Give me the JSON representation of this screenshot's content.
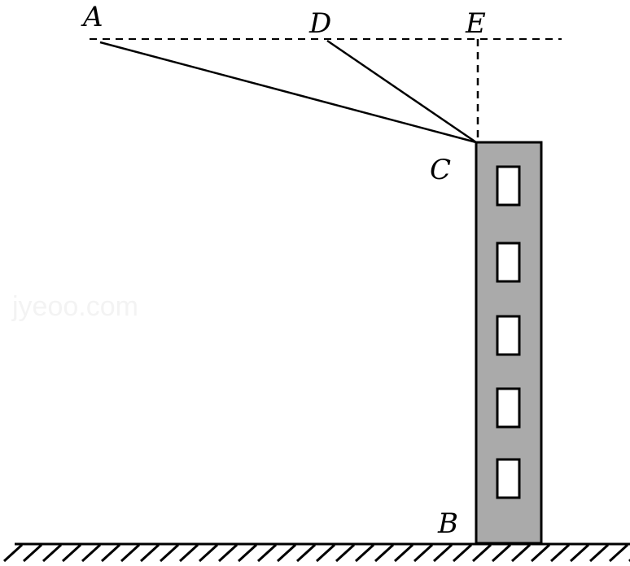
{
  "labels": {
    "A": "A",
    "D": "D",
    "E": "E",
    "C": "C",
    "B": "B"
  },
  "watermark": "jyeoo.com",
  "building": {
    "window_count": 5,
    "fill_color": "#aaaaaa"
  }
}
